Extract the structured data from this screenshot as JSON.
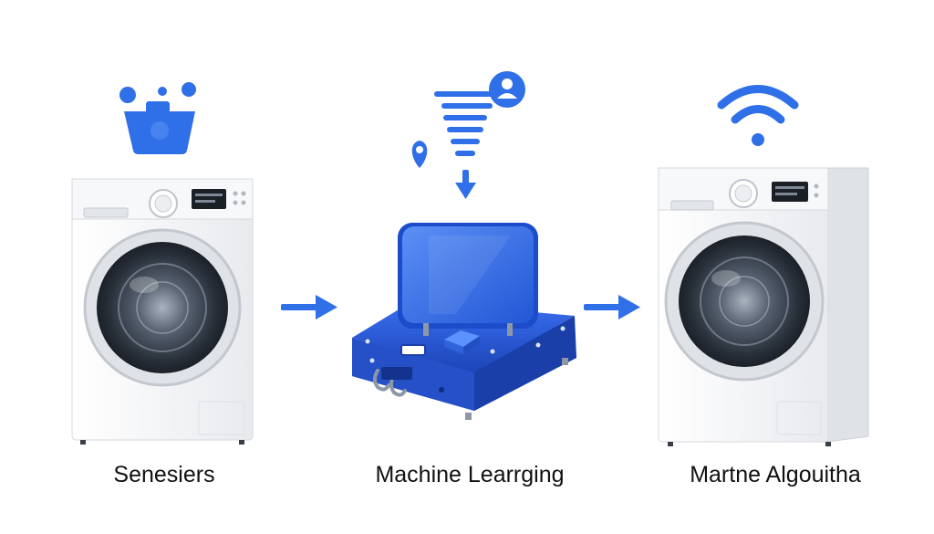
{
  "colors": {
    "accent": "#2f6fe8",
    "accent_dark": "#1f4fc4",
    "machine_body": "#f4f5f7",
    "drum": "#2c3440",
    "text": "#111111"
  },
  "steps": [
    {
      "icon": "water-basin-icon",
      "caption": "Senesiers"
    },
    {
      "icon": "ml-processor-icon",
      "caption": "Machine Learrging"
    },
    {
      "icon": "wifi-icon",
      "caption": "Martne Algouitha"
    }
  ],
  "connectors": [
    "arrow-right-icon",
    "arrow-right-icon"
  ]
}
